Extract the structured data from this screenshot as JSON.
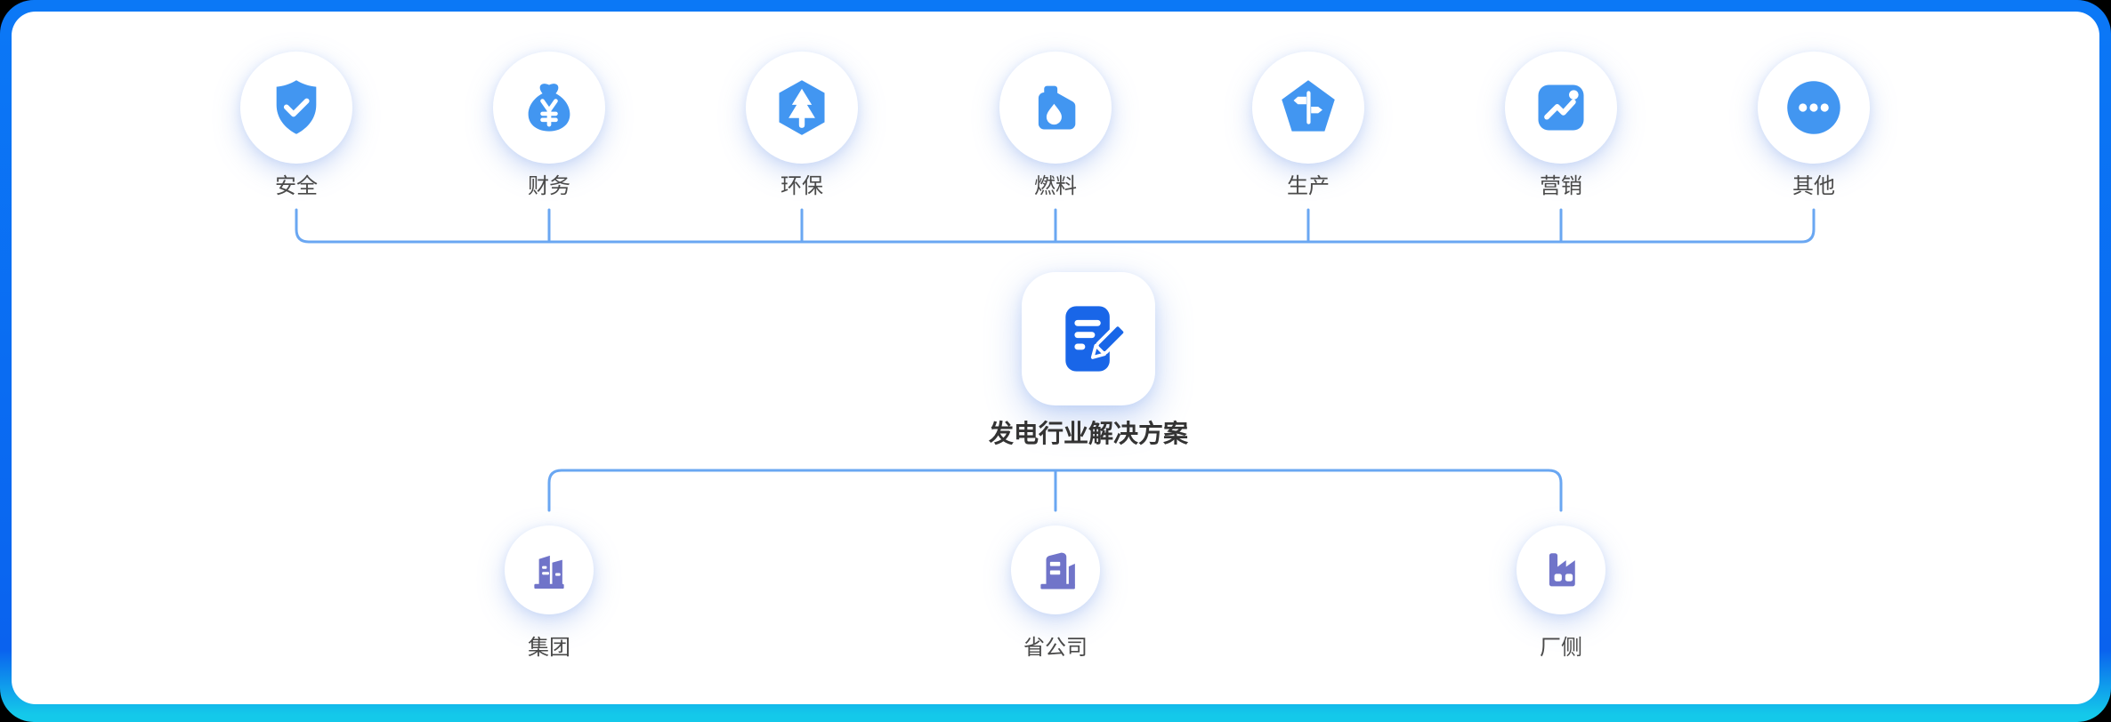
{
  "diagram": {
    "center": {
      "label": "发电行业解决方案",
      "icon": "document-edit-icon"
    },
    "top_row": {
      "items": [
        {
          "label": "安全",
          "icon": "shield-check-icon"
        },
        {
          "label": "财务",
          "icon": "money-bag-icon"
        },
        {
          "label": "环保",
          "icon": "tree-hexagon-icon"
        },
        {
          "label": "燃料",
          "icon": "oil-can-icon"
        },
        {
          "label": "生产",
          "icon": "signpost-pentagon-icon"
        },
        {
          "label": "营销",
          "icon": "trend-chart-icon"
        },
        {
          "label": "其他",
          "icon": "ellipsis-icon"
        }
      ]
    },
    "bottom_row": {
      "items": [
        {
          "label": "集团",
          "icon": "group-buildings-icon"
        },
        {
          "label": "省公司",
          "icon": "office-building-icon"
        },
        {
          "label": "厂侧",
          "icon": "factory-icon"
        }
      ]
    },
    "colors": {
      "top_icon_blue": "#4296f1",
      "center_icon_blue": "#1966e8",
      "bottom_icon_purple": "#7074c9",
      "connector_blue": "#6aa7f2",
      "frame_blue": "#0a66f0",
      "frame_cyan": "#14c9ea",
      "label_gray": "#4a4a4a"
    }
  }
}
